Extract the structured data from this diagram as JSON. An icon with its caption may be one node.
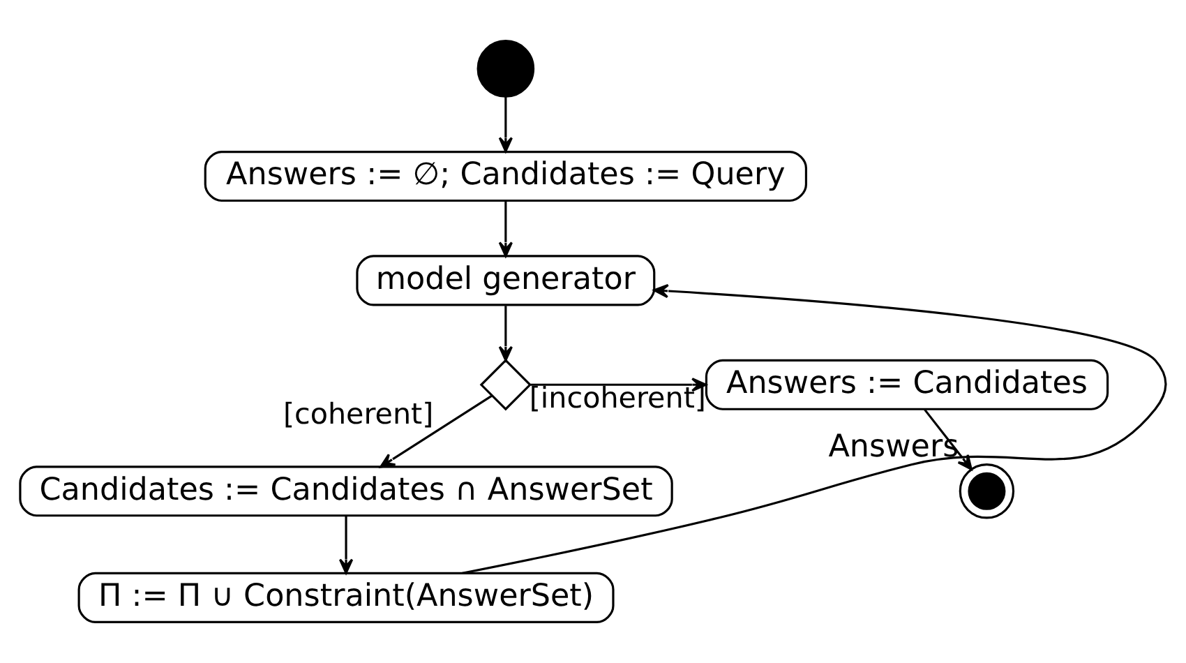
{
  "diagram": {
    "nodes": [
      {
        "text": [],
        "shape": "circle"
      },
      {
        "text": [
          "Answers := ∅; Candidates := Query"
        ]
      },
      {
        "text": [
          "model generator"
        ]
      },
      {
        "text": [],
        "shape": "diamond"
      },
      {
        "text": [
          "Answers := Candidates"
        ]
      },
      {
        "text": [],
        "shape": "bullseye",
        "beside": [
          "Answers"
        ]
      },
      {
        "text": [
          "Candidates := Candidates ∩ AnswerSet"
        ]
      },
      {
        "text": [
          "Π := Π ∪ Constraint(AnswerSet)"
        ]
      }
    ],
    "edges": [
      {
        "from": 0,
        "to": 1,
        "arrow": "to"
      },
      {
        "from": 1,
        "to": 2,
        "arrow": "to"
      },
      {
        "from": 2,
        "to": 3,
        "arrow": "to"
      },
      {
        "from": 3,
        "to": 4,
        "arrow": "to",
        "label": "[incoherent]"
      },
      {
        "from": 3,
        "to": 6,
        "arrow": "to",
        "label": "[coherent]"
      },
      {
        "from": 4,
        "to": 5,
        "arrow": "to"
      },
      {
        "from": 6,
        "to": 7,
        "arrow": "to"
      },
      {
        "from": 7,
        "to": 2,
        "arrow": "to"
      }
    ]
  }
}
